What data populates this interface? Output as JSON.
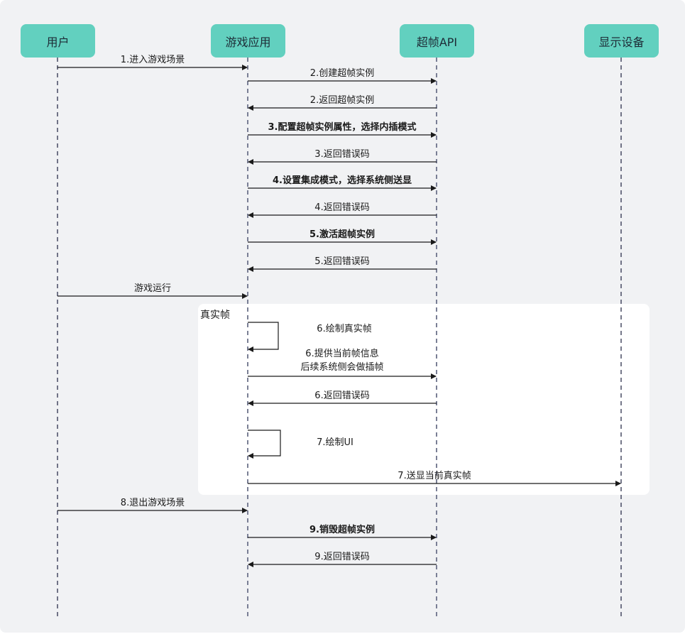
{
  "colors": {
    "actor_fill": "#62d0bf",
    "lifeline_dark": "#1a1f3d",
    "lifeline_gray": "#7a7f95",
    "arrow": "#1a1a1a",
    "background": "#f1f2f4",
    "frame_fill": "#ffffff"
  },
  "actors": [
    {
      "id": "user",
      "label": "用户"
    },
    {
      "id": "game",
      "label": "游戏应用"
    },
    {
      "id": "api",
      "label": "超帧API"
    },
    {
      "id": "display",
      "label": "显示设备"
    }
  ],
  "frame": {
    "label": "真实帧"
  },
  "messages": [
    {
      "from": "user",
      "to": "game",
      "label": "1.进入游戏场景",
      "bold": false
    },
    {
      "from": "game",
      "to": "api",
      "label": "2.创建超帧实例",
      "bold": false
    },
    {
      "from": "api",
      "to": "game",
      "label": "2.返回超帧实例",
      "bold": false
    },
    {
      "from": "game",
      "to": "api",
      "label": "3.配置超帧实例属性，选择内插模式",
      "bold": true
    },
    {
      "from": "api",
      "to": "game",
      "label": "3.返回错误码",
      "bold": false
    },
    {
      "from": "game",
      "to": "api",
      "label": "4.设置集成模式，选择系统侧送显",
      "bold": true
    },
    {
      "from": "api",
      "to": "game",
      "label": "4.返回错误码",
      "bold": false
    },
    {
      "from": "game",
      "to": "api",
      "label": "5.激活超帧实例",
      "bold": true
    },
    {
      "from": "api",
      "to": "game",
      "label": "5.返回错误码",
      "bold": false
    },
    {
      "from": "user",
      "to": "game",
      "label": "游戏运行",
      "bold": false
    },
    {
      "from": "game",
      "to": "game",
      "label": "6.绘制真实帧",
      "bold": false
    },
    {
      "from": "game",
      "to": "api",
      "label": "6.提供当前帧信息",
      "label2": "后续系统侧会做插帧",
      "bold": false
    },
    {
      "from": "api",
      "to": "game",
      "label": "6.返回错误码",
      "bold": false
    },
    {
      "from": "game",
      "to": "game",
      "label": "7.绘制UI",
      "bold": false
    },
    {
      "from": "game",
      "to": "display",
      "label": "7.送显当前真实帧",
      "bold": false
    },
    {
      "from": "user",
      "to": "game",
      "label": "8.退出游戏场景",
      "bold": false
    },
    {
      "from": "game",
      "to": "api",
      "label": "9.销毁超帧实例",
      "bold": true
    },
    {
      "from": "api",
      "to": "game",
      "label": "9.返回错误码",
      "bold": false
    }
  ]
}
